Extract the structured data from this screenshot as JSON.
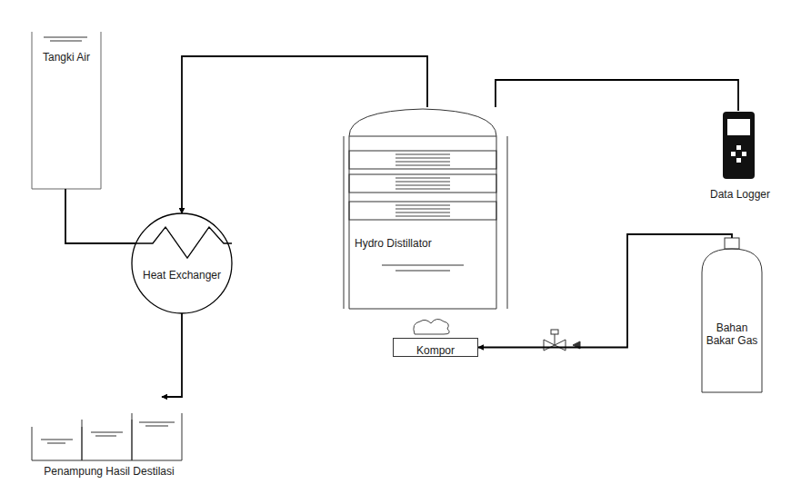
{
  "diagram": {
    "nodes": [
      {
        "text": [
          "Tangki Air"
        ]
      },
      {
        "text": [
          "Hydro Distillator"
        ]
      },
      {
        "text": [
          "Data Logger"
        ]
      },
      {
        "text": [
          "Heat Exchanger"
        ]
      },
      {
        "text": [
          "Kompor"
        ]
      },
      {
        "text": [
          "Bahan Bakar Gas"
        ]
      },
      {
        "text": [
          "Penampung Hasil Destilasi"
        ]
      }
    ],
    "edges": [
      {
        "from": 0,
        "to": 3,
        "arrow": "none"
      },
      {
        "from": 1,
        "to": 3,
        "arrow": "to"
      },
      {
        "from": 1,
        "to": 2,
        "arrow": "none"
      },
      {
        "from": 3,
        "to": 6,
        "arrow": "to"
      },
      {
        "from": 5,
        "to": 4,
        "arrow": "to"
      }
    ]
  }
}
